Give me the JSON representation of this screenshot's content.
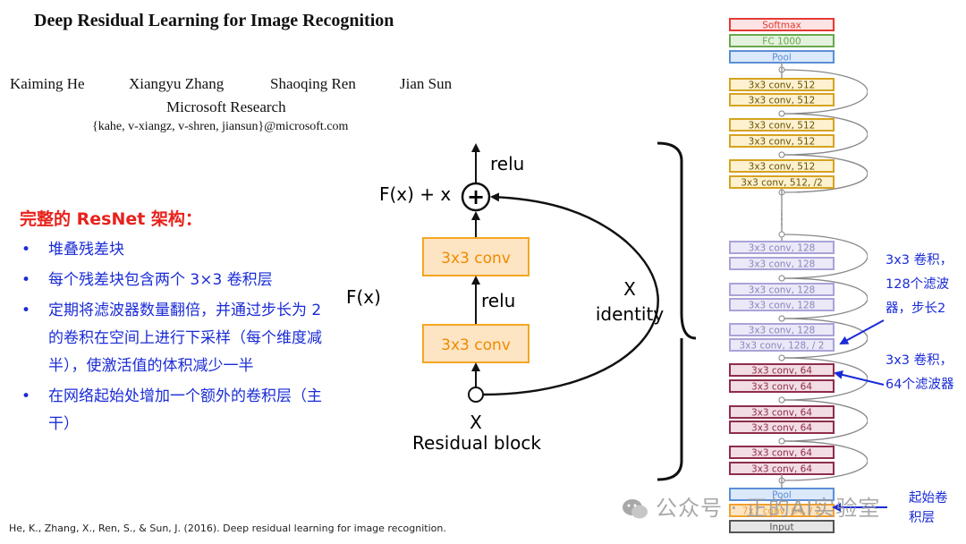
{
  "paper": {
    "title": "Deep Residual Learning for Image Recognition",
    "authors": [
      "Kaiming He",
      "Xiangyu Zhang",
      "Shaoqing Ren",
      "Jian Sun"
    ],
    "affiliation": "Microsoft Research",
    "emails": "{kahe, v-xiangz, v-shren, jiansun}@microsoft.com"
  },
  "section_title": "完整的 ResNet 架构：",
  "bullets": [
    "堆叠残差块",
    "每个残差块包含两个 3×3 卷积层",
    "定期将滤波器数量翻倍，并通过步长为 2 的卷积在空间上进行下采样（每个维度减半），使激活值的体积减少一半",
    "在网络起始处增加一个额外的卷积层（主干）"
  ],
  "bullet_marker": "•",
  "residual_block": {
    "relu_top": "relu",
    "sum_label": "F(x) + x",
    "plus": "+",
    "conv_top": "3x3 conv",
    "relu_mid": "relu",
    "conv_bottom": "3x3 conv",
    "fx_label": "F(x)",
    "input_label": "X",
    "caption": "Residual block",
    "identity_x": "X",
    "identity_label": "identity"
  },
  "network": {
    "head": [
      {
        "label": "Softmax",
        "kind": "softmax"
      },
      {
        "label": "FC 1000",
        "kind": "fc"
      },
      {
        "label": "Pool",
        "kind": "pool"
      }
    ],
    "stage512": [
      "3x3 conv, 512",
      "3x3 conv, 512",
      "3x3 conv, 512",
      "3x3 conv, 512",
      "3x3 conv, 512",
      "3x3 conv, 512, /2"
    ],
    "stage128": [
      "3x3 conv, 128",
      "3x3 conv, 128",
      "3x3 conv, 128",
      "3x3 conv, 128",
      "3x3 conv, 128",
      "3x3 conv, 128, / 2"
    ],
    "stage64": [
      "3x3 conv, 64",
      "3x3 conv, 64",
      "3x3 conv, 64",
      "3x3 conv, 64",
      "3x3 conv, 64",
      "3x3 conv, 64"
    ],
    "tail": [
      {
        "label": "Pool",
        "kind": "pool"
      },
      {
        "label": "7x7 conv, 64, / 2",
        "kind": "stem"
      },
      {
        "label": "Input",
        "kind": "input"
      }
    ],
    "dots": "⋮"
  },
  "annotations": {
    "conv128": [
      "3x3 卷积，",
      "128个滤波",
      "器，步长2"
    ],
    "conv64": [
      "3x3 卷积，",
      "64个滤波器"
    ],
    "stem": [
      "起始卷",
      "积层"
    ]
  },
  "colors": {
    "softmax": "#e53935",
    "fc": "#6aa84f",
    "pool": "#5b8fd6",
    "stage512": "#d6a320",
    "stage128": "#a9a3d8",
    "stage64": "#8e2d4a",
    "stem": "#f0a030",
    "input": "#555555",
    "conv_box": "#f5a623",
    "annotation": "#1a2bd6"
  },
  "citation": "He, K., Zhang, X., Ren, S., & Sun, J. (2016). Deep residual learning for image recognition.",
  "watermark": "公众号 · 正的AI实验室"
}
